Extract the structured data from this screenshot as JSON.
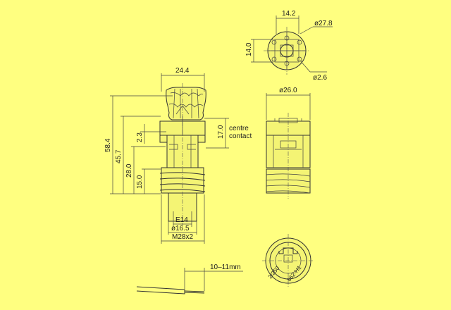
{
  "background_color": "#ffff80",
  "line_color": "#333333",
  "dimensions": {
    "width_24_4": "24.4",
    "height_58_4": "58.4",
    "height_45_7": "45.7",
    "height_28_0": "28.0",
    "height_15_0": "15.0",
    "height_2_3": "2.3",
    "height_17_0": "17.0",
    "thread_e14": "E14",
    "dia_16_5": "ø16.5",
    "thread_m28": "M28x2",
    "top_14_2": "14.2",
    "top_27_8": "ø27.8",
    "top_14_0": "14.0",
    "top_2_6": "ø2.6",
    "side_26_0": "ø26.0",
    "wire_strip": "10–11mm"
  },
  "labels": {
    "centre": "centre",
    "contact": "contact",
    "marking_left": "2/250",
    "marking_right": "862-H1"
  }
}
